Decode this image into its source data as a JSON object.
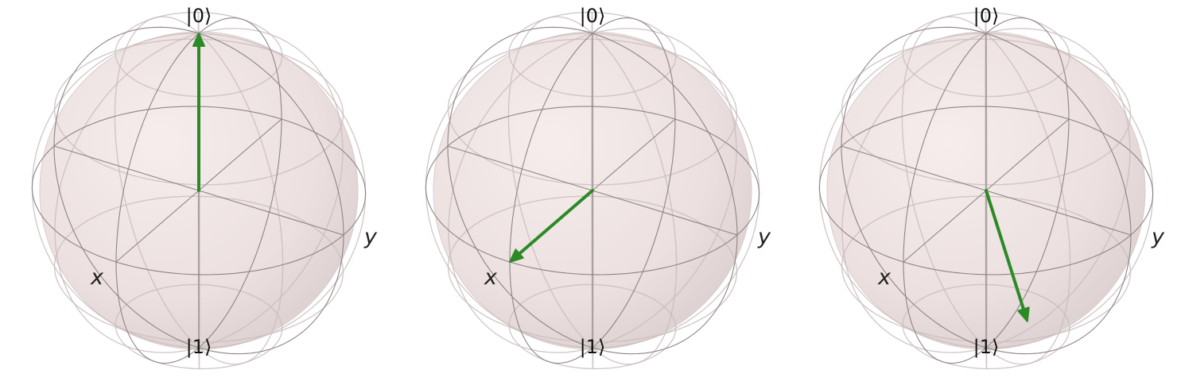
{
  "figure": {
    "spheres": [
      {
        "ket_zero": "|0⟩",
        "ket_one": "|1⟩",
        "x_label": "x",
        "y_label": "y",
        "state": {
          "theta_deg": 0,
          "phi_deg": 0
        }
      },
      {
        "ket_zero": "|0⟩",
        "ket_one": "|1⟩",
        "x_label": "x",
        "y_label": "y",
        "state": {
          "theta_deg": 90,
          "phi_deg": 0
        }
      },
      {
        "ket_zero": "|0⟩",
        "ket_one": "|1⟩",
        "x_label": "x",
        "y_label": "y",
        "state": {
          "theta_deg": 110,
          "phi_deg": 45
        }
      }
    ],
    "colors": {
      "sphere_fill": "#f2e6e6",
      "sphere_shadow": "#d8cccc",
      "wire": "#c8bcbc",
      "frame": "#8f8585",
      "vector": "#2b8a25"
    }
  }
}
